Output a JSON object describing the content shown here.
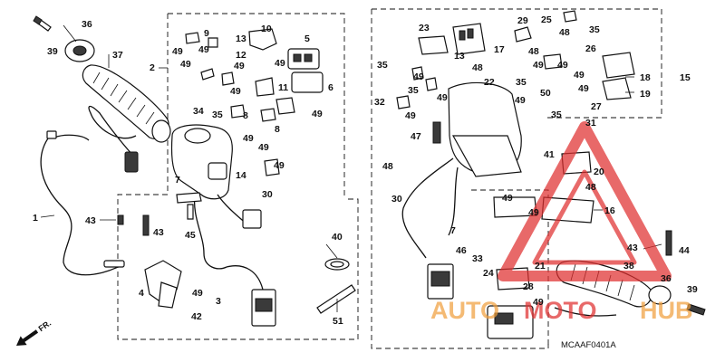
{
  "diagram_code": "MCAAF0401A",
  "front_arrow_label": "FR.",
  "watermark": {
    "brand": "AUTOMOTOHUB",
    "parts": [
      "AUTO",
      "MOTO",
      "HUB"
    ],
    "colors": {
      "red": "#e03030",
      "orange": "#f0a040"
    }
  },
  "callouts": [
    "1",
    "2",
    "3",
    "4",
    "5",
    "6",
    "7",
    "8",
    "9",
    "10",
    "11",
    "12",
    "13",
    "14",
    "15",
    "16",
    "17",
    "18",
    "19",
    "20",
    "21",
    "22",
    "23",
    "24",
    "25",
    "26",
    "27",
    "28",
    "29",
    "30",
    "31",
    "32",
    "33",
    "34",
    "35",
    "36",
    "37",
    "38",
    "39",
    "40",
    "41",
    "42",
    "43",
    "44",
    "45",
    "46",
    "47",
    "48",
    "49",
    "50",
    "51"
  ],
  "labels": [
    "36",
    "39",
    "37",
    "2",
    "9",
    "10",
    "49",
    "13",
    "49",
    "12",
    "49",
    "5",
    "49",
    "49",
    "6",
    "49",
    "11",
    "34",
    "35",
    "8",
    "49",
    "8",
    "49",
    "49",
    "14",
    "30",
    "49",
    "7",
    "1",
    "43",
    "43",
    "45",
    "4",
    "49",
    "3",
    "42",
    "40",
    "51",
    "23",
    "17",
    "13",
    "48",
    "29",
    "48",
    "25",
    "35",
    "26",
    "35",
    "35",
    "49",
    "49",
    "48",
    "49",
    "49",
    "18",
    "19",
    "15",
    "32",
    "22",
    "49",
    "35",
    "49",
    "49",
    "50",
    "49",
    "27",
    "35",
    "31",
    "47",
    "48",
    "30",
    "41",
    "20",
    "48",
    "49",
    "49",
    "16",
    "7",
    "46",
    "43",
    "44",
    "33",
    "24",
    "21",
    "38",
    "36",
    "28",
    "49",
    "39"
  ]
}
